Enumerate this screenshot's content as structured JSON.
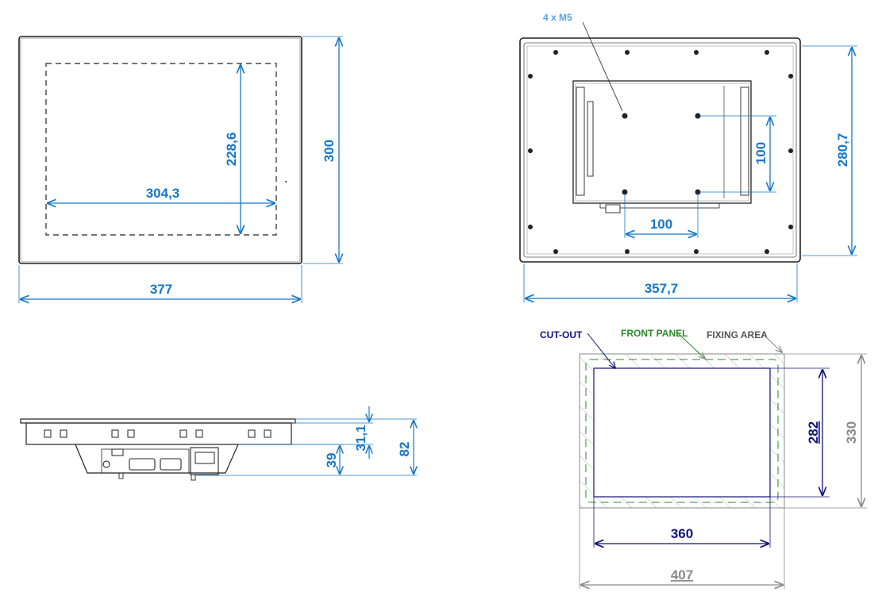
{
  "colors": {
    "blue_dim": "#1677c8",
    "navy": "#12127a",
    "green": "#2a8a2a",
    "gray": "#8a8a8a",
    "line": "#222222",
    "hatch": "#b8b8b8"
  },
  "front_view": {
    "width": "377",
    "height": "300",
    "screen_width": "304,3",
    "screen_height": "228,6"
  },
  "rear_view": {
    "label_screws": "4 x M5",
    "vesa_width": "100",
    "vesa_height": "100",
    "width": "357,7",
    "height": "280,7"
  },
  "side_view": {
    "depth_total": "82",
    "depth_bottom": "39",
    "depth_front": "31,1"
  },
  "cutout_view": {
    "label_cutout": "CUT-OUT",
    "label_front_panel": "FRONT PANEL",
    "label_fixing_area": "FIXING AREA",
    "cutout_width": "360",
    "cutout_height": "282",
    "fixing_width": "407",
    "fixing_height": "330"
  }
}
